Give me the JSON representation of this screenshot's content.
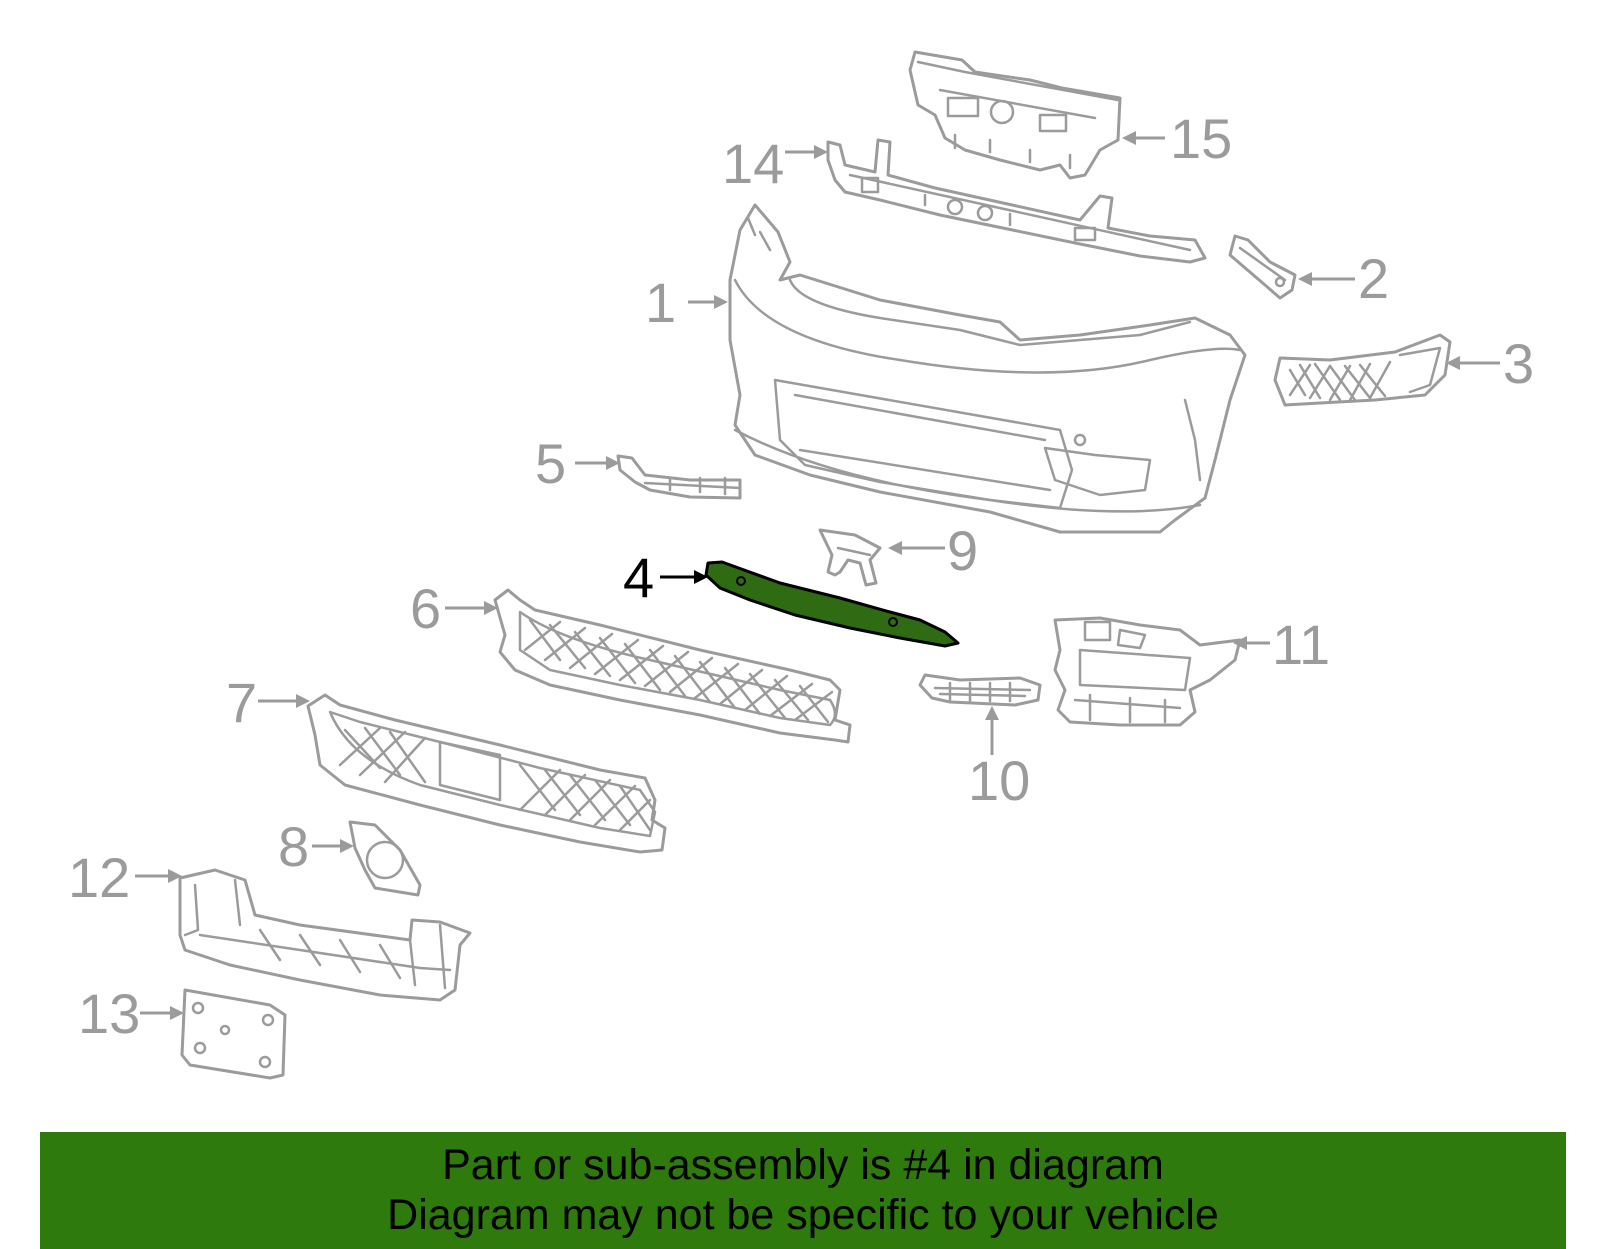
{
  "diagram": {
    "highlighted_part": "4",
    "callouts": [
      {
        "id": "1",
        "label": "1"
      },
      {
        "id": "2",
        "label": "2"
      },
      {
        "id": "3",
        "label": "3"
      },
      {
        "id": "4",
        "label": "4"
      },
      {
        "id": "5",
        "label": "5"
      },
      {
        "id": "6",
        "label": "6"
      },
      {
        "id": "7",
        "label": "7"
      },
      {
        "id": "8",
        "label": "8"
      },
      {
        "id": "9",
        "label": "9"
      },
      {
        "id": "10",
        "label": "10"
      },
      {
        "id": "11",
        "label": "11"
      },
      {
        "id": "12",
        "label": "12"
      },
      {
        "id": "13",
        "label": "13"
      },
      {
        "id": "14",
        "label": "14"
      },
      {
        "id": "15",
        "label": "15"
      }
    ],
    "colors": {
      "line_art": "#9b9b9b",
      "highlight": "#2e6b12",
      "banner": "#2e7a0c"
    }
  },
  "banner": {
    "line1": "Part or sub-assembly is #4 in diagram",
    "line2": "Diagram may not be specific to your vehicle"
  }
}
